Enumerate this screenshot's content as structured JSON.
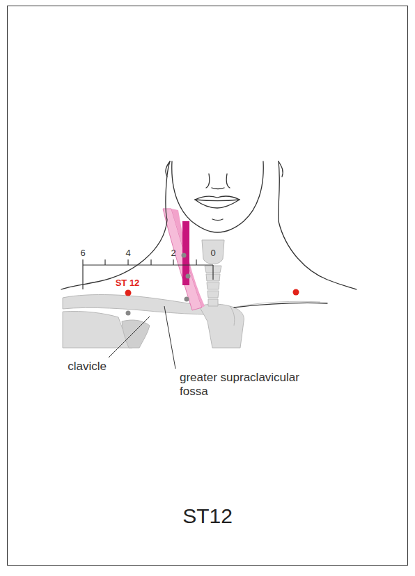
{
  "diagram": {
    "title": "ST12",
    "labels": [
      "6",
      "4",
      "2",
      "0",
      "ST 12",
      "clavicle",
      "greater supraclavicular fossa"
    ]
  }
}
